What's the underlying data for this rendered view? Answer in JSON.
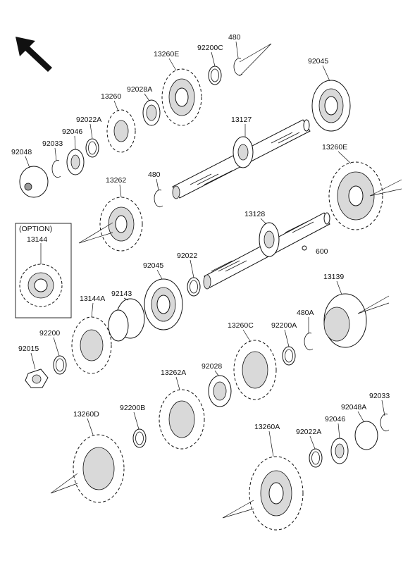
{
  "diagram": {
    "option_box": {
      "caption": "(OPTION)",
      "part": "13144"
    },
    "labels": {
      "l480_top": "480",
      "l92200C": "92200C",
      "l13260E_top": "13260E",
      "l92045_top": "92045",
      "l92028A": "92028A",
      "l13260": "13260",
      "l92022A_top": "92022A",
      "l92046_top": "92046",
      "l92033_top": "92033",
      "l92048": "92048",
      "l13127": "13127",
      "l13260E_right": "13260E",
      "l13262": "13262",
      "l480_mid": "480",
      "l13128": "13128",
      "l600": "600",
      "l92022": "92022",
      "l92045_mid": "92045",
      "l92143": "92143",
      "l13144A": "13144A",
      "l13139": "13139",
      "l480A": "480A",
      "l13260C": "13260C",
      "l92200A": "92200A",
      "l92200": "92200",
      "l92015": "92015",
      "l13262A": "13262A",
      "l92028": "92028",
      "l92033_bot": "92033",
      "l92048A": "92048A",
      "l92046_bot": "92046",
      "l13260D": "13260D",
      "l92200B": "92200B",
      "l13260A": "13260A",
      "l92022A_bot": "92022A"
    },
    "icons": [
      "direction-arrow-icon",
      "gear-icon",
      "shaft-icon",
      "bearing-icon",
      "washer-icon",
      "circlip-icon"
    ]
  }
}
